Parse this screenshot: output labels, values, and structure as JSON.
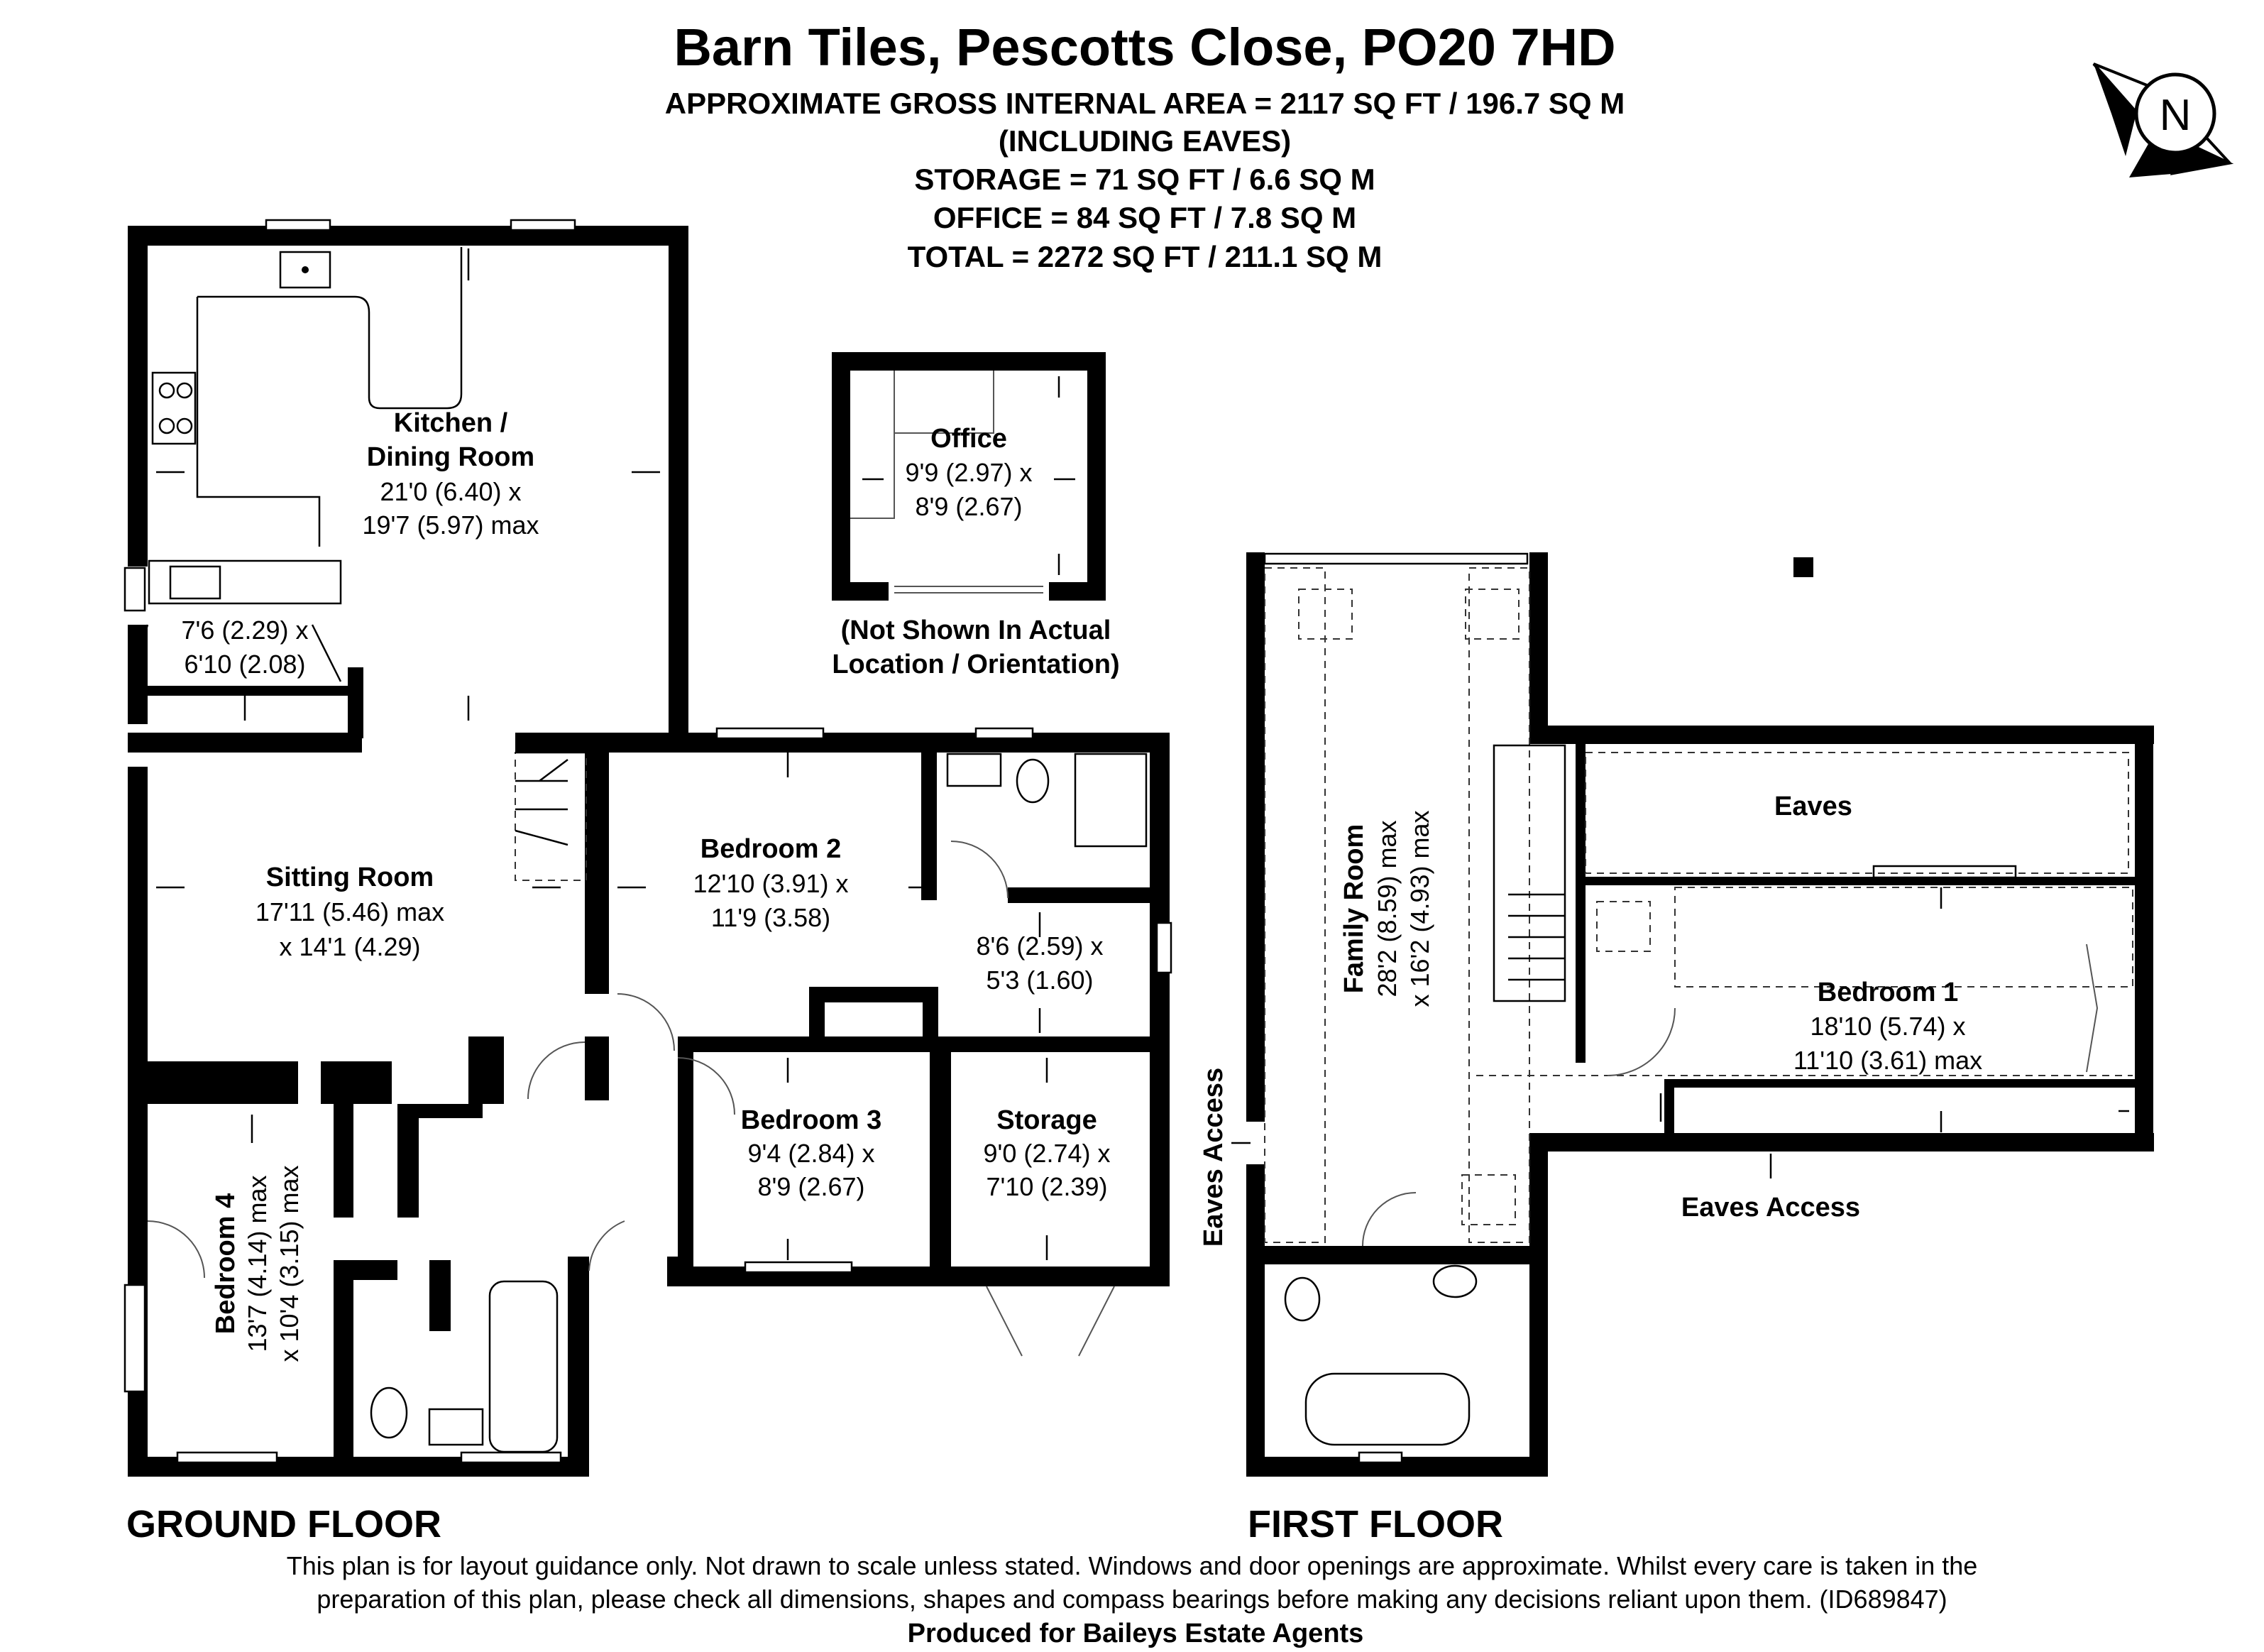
{
  "header": {
    "title": "Barn Tiles, Pescotts Close, PO20 7HD",
    "lines": [
      "APPROXIMATE GROSS INTERNAL AREA = 2117 SQ FT / 196.7 SQ M",
      "(INCLUDING EAVES)",
      "STORAGE = 71 SQ FT / 6.6 SQ M",
      "OFFICE = 84 SQ FT / 7.8 SQ M",
      "TOTAL = 2272 SQ FT / 211.1 SQ M"
    ]
  },
  "compass": {
    "label": "N"
  },
  "ground_floor": {
    "label": "GROUND FLOOR",
    "rooms": {
      "kitchen": {
        "name1": "Kitchen /",
        "name2": "Dining Room",
        "dim1": "21'0 (6.40) x",
        "dim2": "19'7 (5.97) max"
      },
      "utility": {
        "dim1": "7'6 (2.29) x",
        "dim2": "6'10 (2.08)"
      },
      "sitting": {
        "name": "Sitting Room",
        "dim1": "17'11 (5.46) max",
        "dim2": "x 14'1 (4.29)"
      },
      "bedroom2": {
        "name": "Bedroom 2",
        "dim1": "12'10 (3.91) x",
        "dim2": "11'9 (3.58)"
      },
      "shower": {
        "dim1": "8'6 (2.59) x",
        "dim2": "5'3 (1.60)"
      },
      "bedroom3": {
        "name": "Bedroom 3",
        "dim1": "9'4 (2.84) x",
        "dim2": "8'9 (2.67)"
      },
      "storage": {
        "name": "Storage",
        "dim1": "9'0 (2.74) x",
        "dim2": "7'10 (2.39)"
      },
      "bedroom4": {
        "name": "Bedroom 4",
        "dim1": "13'7 (4.14) max",
        "dim2": "x 10'4 (3.15) max"
      }
    }
  },
  "office": {
    "name": "Office",
    "dim1": "9'9 (2.97) x",
    "dim2": "8'9 (2.67)",
    "note1": "(Not Shown In Actual",
    "note2": "Location / Orientation)"
  },
  "first_floor": {
    "label": "FIRST FLOOR",
    "rooms": {
      "family": {
        "name": "Family Room",
        "dim1": "28'2 (8.59) max",
        "dim2": "x 16'2 (4.93) max"
      },
      "eaves": {
        "name": "Eaves"
      },
      "bedroom1": {
        "name": "Bedroom 1",
        "dim1": "18'10 (5.74) x",
        "dim2": "11'10 (3.61) max"
      }
    },
    "eaves_access_vertical": "Eaves Access",
    "eaves_access_horizontal": "Eaves Access"
  },
  "footer": {
    "disclaimer1": "This plan is for layout guidance only. Not drawn to scale unless stated. Windows and door openings are approximate. Whilst every care is taken in the",
    "disclaimer2": "preparation of this plan, please check all dimensions, shapes and compass bearings before making any decisions reliant upon them. (ID689847)",
    "produced": "Produced for Baileys Estate Agents"
  }
}
